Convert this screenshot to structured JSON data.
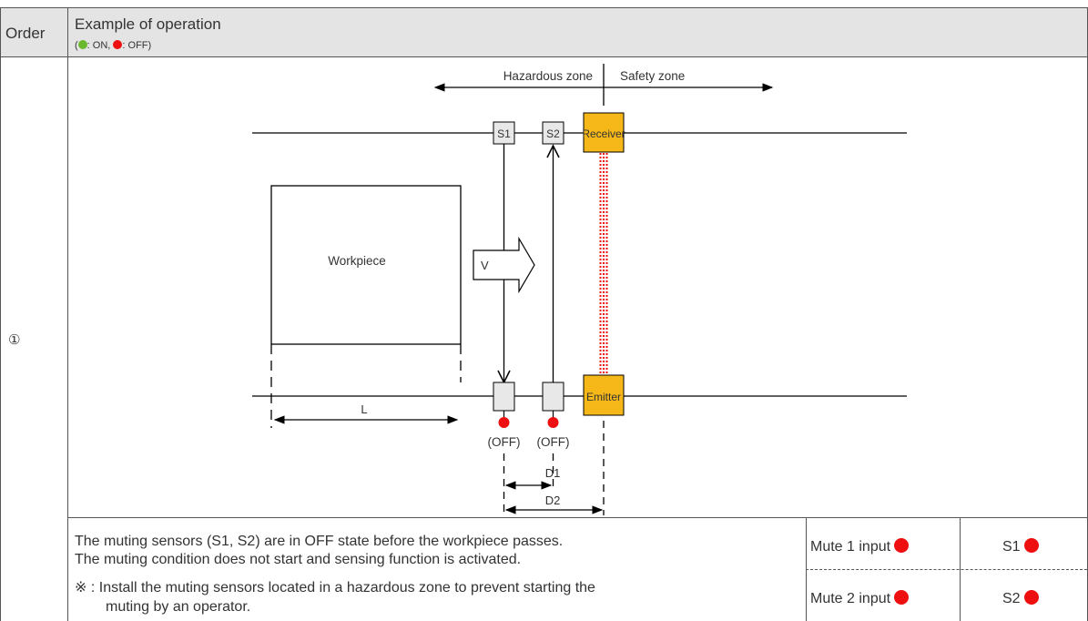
{
  "header": {
    "order_label": "Order",
    "example_label": "Example of operation",
    "legend": {
      "open": "(",
      "on_label": ": ON, ",
      "off_label": ": OFF)"
    }
  },
  "row": {
    "step": "①"
  },
  "diagram": {
    "hazard_label": "Hazardous zone",
    "safety_label": "Safety zone",
    "s1_label": "S1",
    "s2_label": "S2",
    "receiver_label": "Receiver",
    "emitter_label": "Emitter",
    "workpiece_label": "Workpiece",
    "v_label": "V",
    "l_label": "L",
    "off_label_1": "(OFF)",
    "off_label_2": "(OFF)",
    "d1_label": "D1",
    "d2_label": "D2"
  },
  "description": {
    "line1": "The muting sensors (S1, S2) are in OFF state before the workpiece passes.",
    "line2": "The muting condition does not start and sensing function is activated.",
    "line3": "※ : Install the muting sensors located in a hazardous zone to prevent starting the",
    "line4": "muting by an operator."
  },
  "status": {
    "mute1_label": "Mute 1 input",
    "mute2_label": "Mute 2 input",
    "s1_label": "S1",
    "s2_label": "S2"
  },
  "colors": {
    "on": "#6ab82e",
    "off": "#ee1010",
    "box_accent": "#f5b818",
    "header_bg": "#e4e4e4"
  }
}
